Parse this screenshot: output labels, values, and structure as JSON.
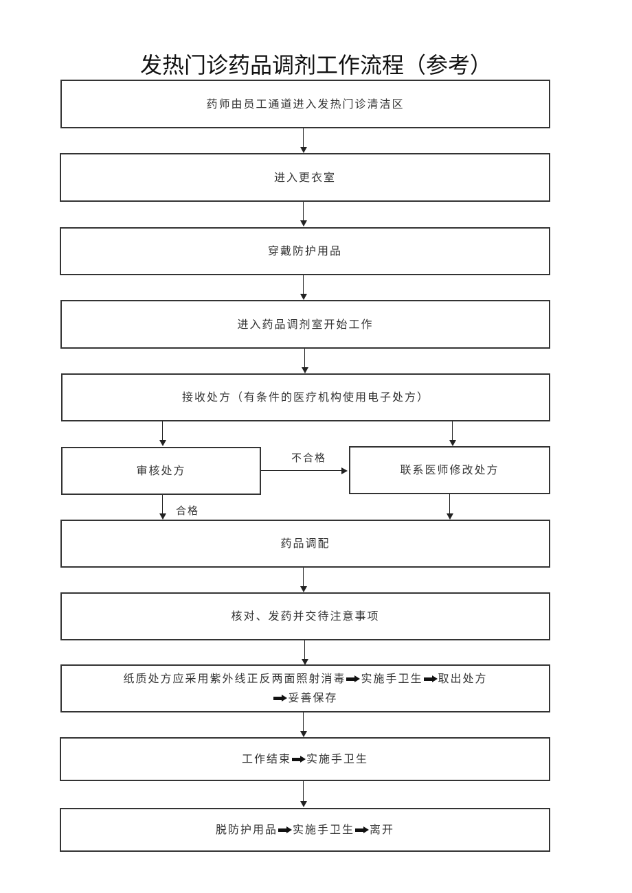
{
  "title": "发热门诊药品调剂工作流程（参考）",
  "steps": [
    {
      "id": "s1",
      "text": "药师由员工通道进入发热门诊清洁区"
    },
    {
      "id": "s2",
      "text": "进入更衣室"
    },
    {
      "id": "s3",
      "text": "穿戴防护用品"
    },
    {
      "id": "s4",
      "text": "进入药品调剂室开始工作"
    },
    {
      "id": "s5",
      "text": "接收处方（有条件的医疗机构使用电子处方）"
    },
    {
      "id": "s6a",
      "text": "审核处方"
    },
    {
      "id": "s6b",
      "text": "联系医师修改处方"
    },
    {
      "id": "s7",
      "text": "药品调配"
    },
    {
      "id": "s8",
      "text": "核对、发药并交待注意事项"
    },
    {
      "id": "s9",
      "parts": [
        "纸质处方应采用紫外线正反两面照射消毒",
        "实施手卫生",
        "取出处方",
        "妥善保存"
      ]
    },
    {
      "id": "s10",
      "parts": [
        "工作结束",
        "实施手卫生"
      ]
    },
    {
      "id": "s11",
      "parts": [
        "脱防护用品",
        "实施手卫生",
        "离开"
      ]
    }
  ],
  "edge_labels": {
    "fail": "不合格",
    "pass": "合格"
  },
  "colors": {
    "border": "#333333",
    "text": "#333333",
    "arrow": "#222222"
  }
}
